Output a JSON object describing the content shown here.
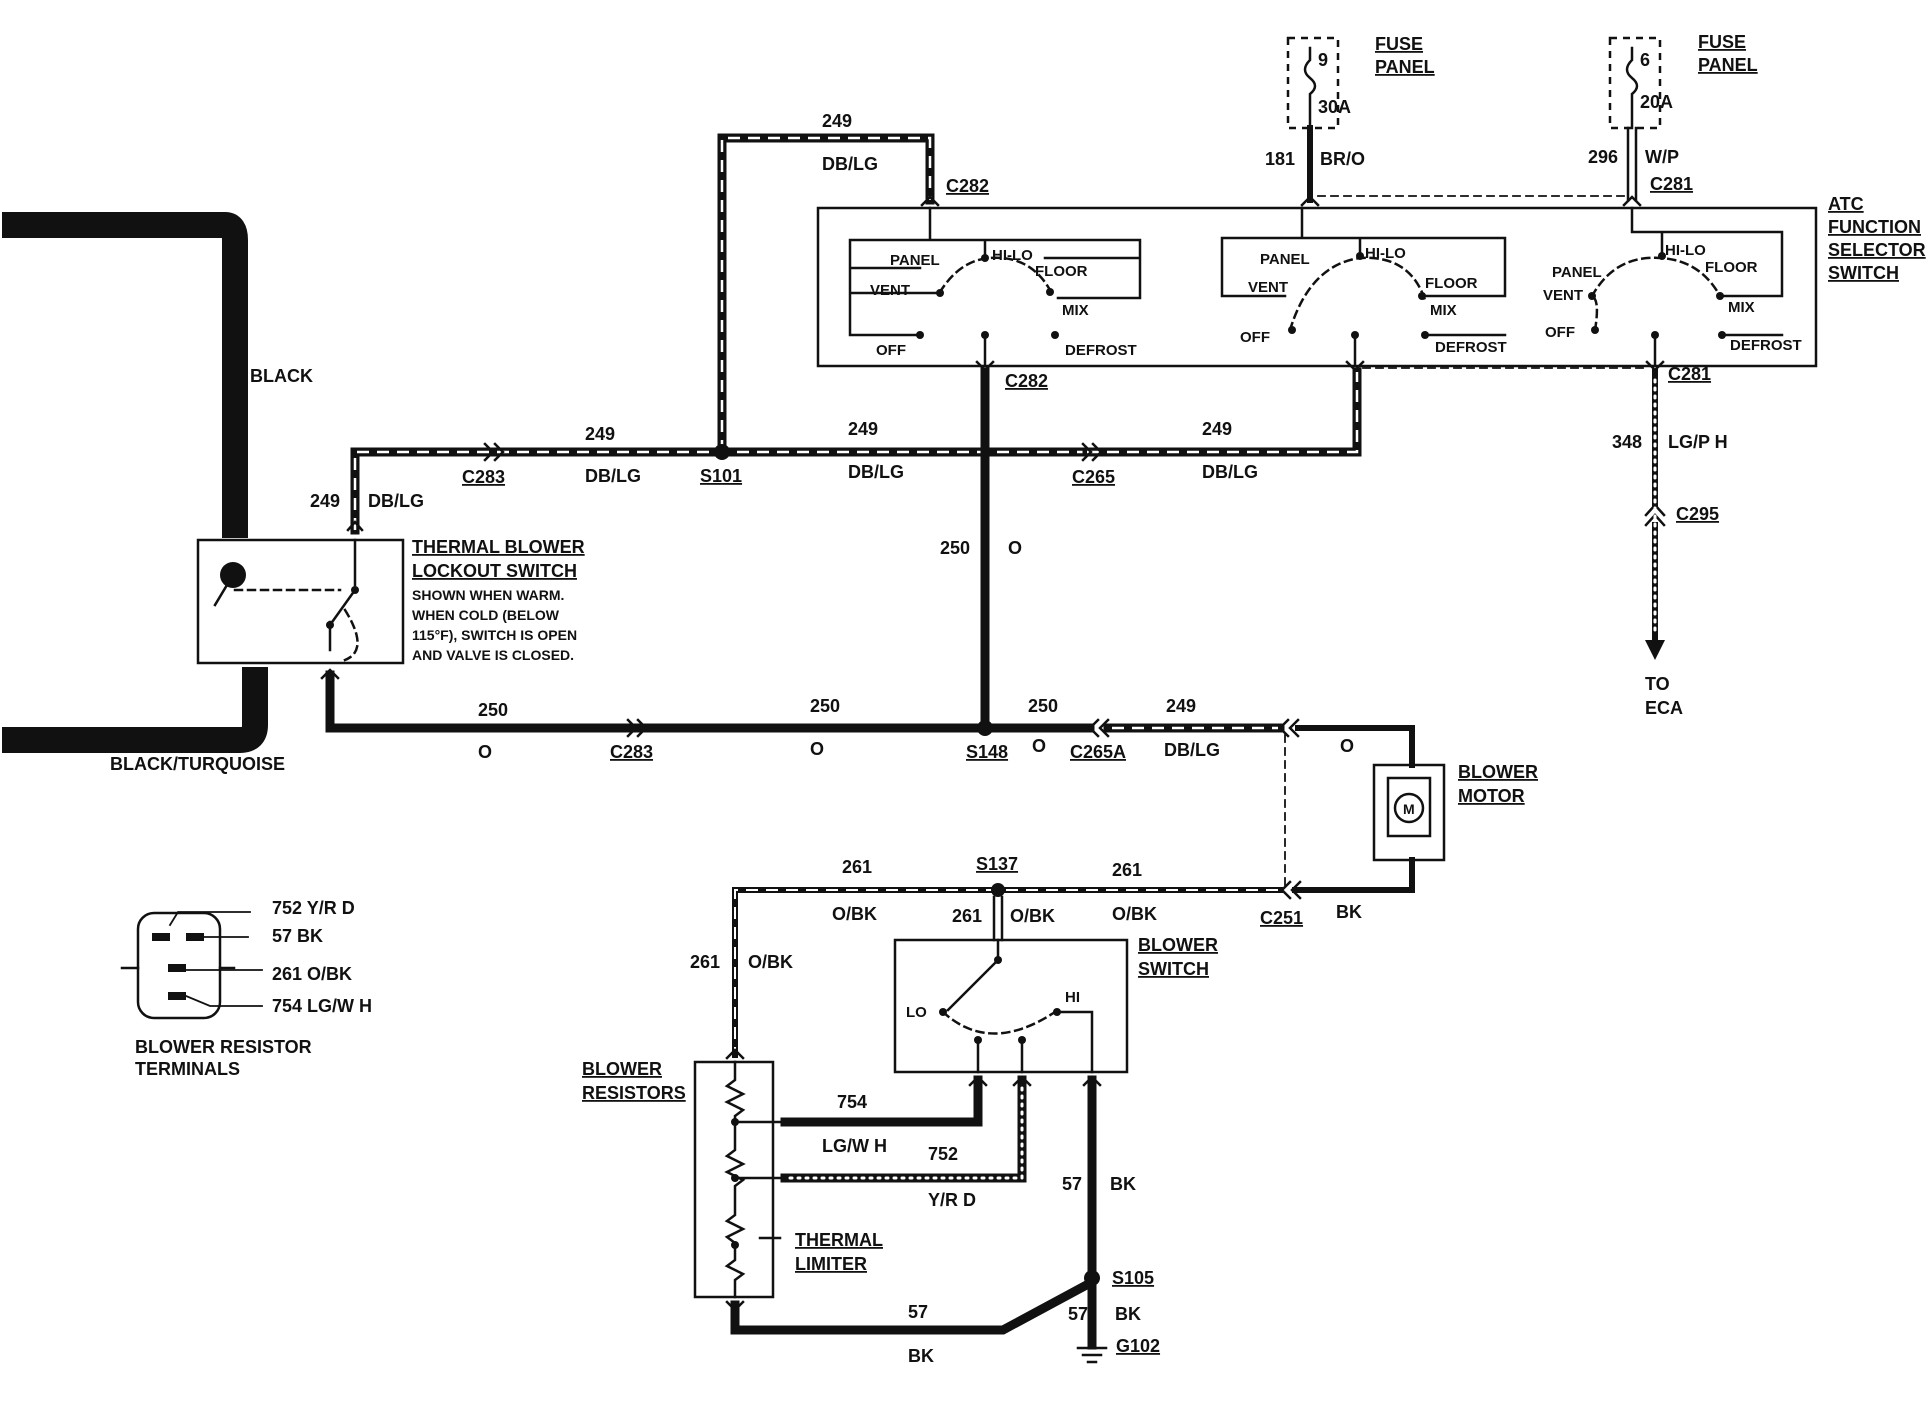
{
  "fuse_panel_1": {
    "label_1": "FUSE",
    "label_2": "PANEL",
    "position": "9",
    "rating": "30A",
    "circuit": "181",
    "color": "BR/O"
  },
  "fuse_panel_2": {
    "label_1": "FUSE",
    "label_2": "PANEL",
    "position": "6",
    "rating": "20A",
    "circuit": "296",
    "color": "W/P"
  },
  "atc_switch": {
    "title_lines": [
      "ATC",
      "FUNCTION",
      "SELECTOR",
      "SWITCH"
    ],
    "positions": [
      "PANEL",
      "HI-LO",
      "FLOOR",
      "VENT",
      "MIX",
      "OFF",
      "DEFROST"
    ]
  },
  "connectors": {
    "c282_top": "C282",
    "c282_bot": "C282",
    "c281_top": "C281",
    "c281_bot": "C281",
    "c283_a": "C283",
    "c283_b": "C283",
    "c265": "C265",
    "c265a": "C265A",
    "c295": "C295",
    "c251": "C251"
  },
  "splices": {
    "s101": "S101",
    "s148": "S148",
    "s137": "S137",
    "s105": "S105",
    "g102": "G102"
  },
  "wires": {
    "c249": "249",
    "db_lg": "DB/LG",
    "c250": "250",
    "o": "O",
    "c348": "348",
    "lg_ph": "LG/P H",
    "c261": "261",
    "o_bk": "O/BK",
    "c57": "57",
    "bk": "BK",
    "c754": "754",
    "lg_wh": "LG/W H",
    "c752": "752",
    "y_rd": "Y/R D"
  },
  "heater_hoses": {
    "black": "BLACK",
    "black_turquoise": "BLACK/TURQUOISE"
  },
  "thermal_switch": {
    "title_1": "THERMAL BLOWER",
    "title_2": "LOCKOUT SWITCH",
    "note": [
      "SHOWN WHEN WARM.",
      "WHEN COLD (BELOW",
      "115°F), SWITCH IS OPEN",
      "AND VALVE IS CLOSED."
    ]
  },
  "to_eca": {
    "line_1": "TO",
    "line_2": "ECA"
  },
  "blower_motor": {
    "label_1": "BLOWER",
    "label_2": "MOTOR",
    "symbol": "M"
  },
  "blower_switch": {
    "label_1": "BLOWER",
    "label_2": "SWITCH",
    "lo": "LO",
    "hi": "HI"
  },
  "blower_resistors": {
    "label_1": "BLOWER",
    "label_2": "RESISTORS",
    "limiter_1": "THERMAL",
    "limiter_2": "LIMITER"
  },
  "terminals": {
    "items": [
      "752 Y/R D",
      "57  BK",
      "261 O/BK",
      "754 LG/W H"
    ],
    "caption_1": "BLOWER RESISTOR",
    "caption_2": "TERMINALS"
  }
}
